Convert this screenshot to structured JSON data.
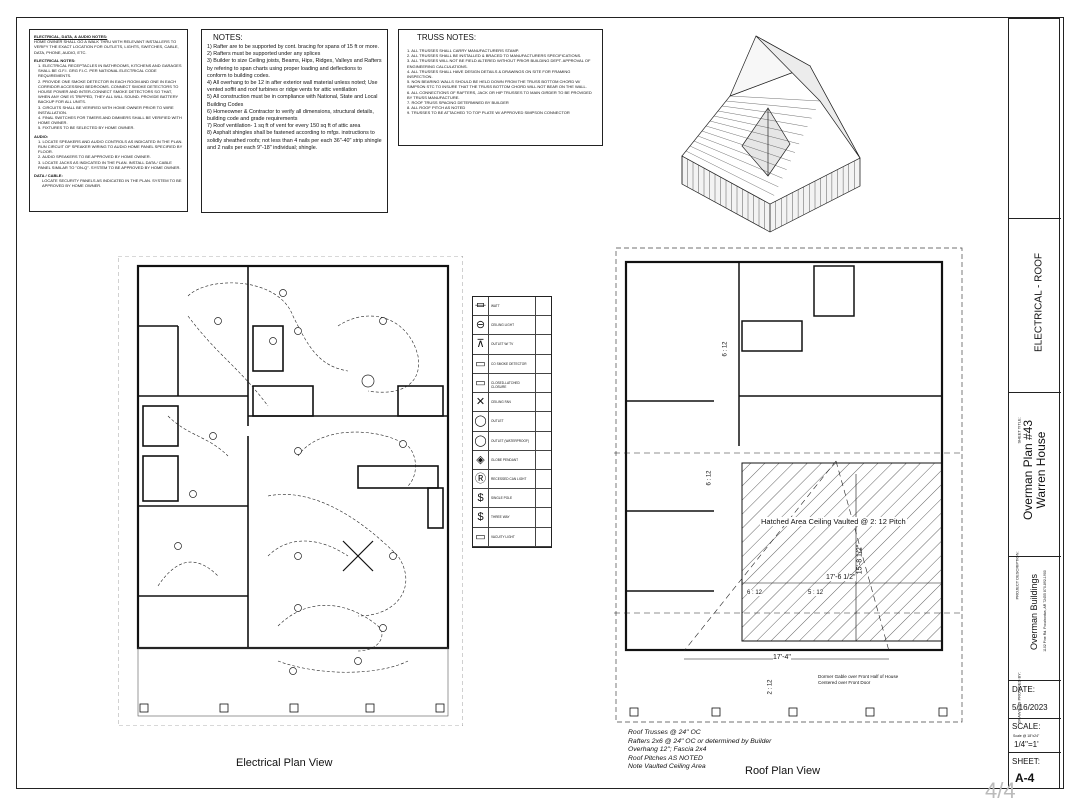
{
  "electrical_notes": {
    "heading": "ELECTRICAL, DATA, & AUDIO NOTES:",
    "intro": "HOME OWNER SHALL GO A WALK THRU WITH RELEVANT INSTALLERS TO VERIFY THE EXACT LOCATION FOR OUTLETS, LIGHTS, SWITCHES, CABLE, DATA, PHONE, AUDIO, ETC.",
    "sub1": "ELECTRICAL NOTES:",
    "items1": [
      "1. ELECTRICAL RECEPTACLES IN BATHROOMS, KITCHENS AND GARAGES SHALL BE G.F.I. GRG F.I.C. PER NATIONAL ELECTRICAL CODE REQUIREMENTS.",
      "2. PROVIDE ONE SMOKE DETECTOR IN EACH ROOM AND ONE IN EACH CORRIDOR ACCESSING BEDROOMS. CONNECT SMOKE DETECTORS TO HOUSE POWER AND INTER-CONNECT SMOKE DETECTORS SO THAT, WHEN ANY ONE IS TRIPPED, THEY ALL WILL SOUND. PROVIDE BATTERY BACKUP FOR ALL UNITS.",
      "3. CIRCUITS SHALL BE VERIFIED WITH HOME OWNER PRIOR TO WIRE INSTALLATION.",
      "4. FINAL SWITCHES FOR TIMERS AND DIMMERS SHALL BE VERIFIED WITH HOME OWNER.",
      "5. FIXTURES TO BE SELECTED BY HOME OWNER."
    ],
    "sub2": "AUDIO:",
    "items2": [
      "1. LOCATE SPEAKERS AND AUDIO CONTROLS AS INDICATED IN THE PLAN. RUN CIRCUIT OF SPEAKER WIRING TO AUDIO HOME PANEL SPECIFIED BY FLOOR.",
      "2. AUDIO SPEAKERS TO BE APPROVED BY HOME OWNER.",
      "3. LOCATE JACKS AS INDICATED IN THE PLAN. INSTALL DATA / CABLE PANEL SIMILAR TO \"ON-Q\". SYSTEM TO BE APPROVED BY HOME OWNER."
    ],
    "sub3": "DATA / CABLE:",
    "items3": [
      "LOCATE SECURITY PANELS AS INDICATED IN THE PLAN. SYSTEM TO BE APPROVED BY HOME OWNER."
    ]
  },
  "notes": {
    "heading": "NOTES:",
    "items": [
      "1) Rafter are to be supported by cont. bracing for spans of 15 ft or more.",
      "2) Rafters must be supported under any splices",
      "3) Builder to size Ceiling joists, Beams, Hips, Ridges, Valleys and Rafters by refering to span charts using proper loading and deflections to conform to building codes.",
      "4) All overhang to be 12 in after exterior wall material unless noted; Use vented soffit and roof turbines or ridge vents for attic ventilation",
      "5) All construction must be in compliance with National, State and Local Building Codes",
      "6) Homeowner & Contractor to verify all dimensions, structural details, building code and grade requirements",
      "7) Roof ventilation- 1 sq ft of vent for every 150 sq ft of attic area",
      "8) Asphalt shingles shall be fastened according to mfgs. instructions to solidly sheathed roofs; not less than 4 nails per each 36\"-40\" strip shingle and 2 nails per each 9\"-18\" individual; shingle."
    ]
  },
  "truss_notes": {
    "heading": "TRUSS NOTES:",
    "items": [
      "1. ALL TRUSSES SHALL CARRY MANUFACTURERS STAMP.",
      "2. ALL TRUSSES SHALL BE INSTALLED & BRACED TO MANUFACTURERS SPECIFICATIONS.",
      "3. ALL TRUSSES WILL NOT BE FIELD ALTERED WITHOUT PRIOR BUILDING DEPT. APPROVAL OF ENGINEERING CALCULATIONS.",
      "4. ALL TRUSSES SHALL HAVE DESIGN DETAILS & DRAWINGS ON SITE FOR FRAMING INSPECTION.",
      "5. NON BEARING WALLS SHOULD BE HELD DOWN FROM THE TRUSS BOTTOM CHORD W/ SIMPSON STC TO INSURE THAT THE TRUSS BOTTOM CHORD WILL NOT BEAR ON THE WALL.",
      "6. ALL CONNECTIONS OF RAFTERS, JACK OR HIP TRUSSES TO MAIN GIRDER TO BE PROVIDED BY TRUSS MANUFACTURE.",
      "7. ROOF TRUSS SPACING DETERMINED BY BUILDER",
      "8. ALL ROOF PITCH AS NOTED",
      "9. TRUSSES TO BE ATTACHED TO TOP PLATE W/ APPROVED SIMPSON CONNECTOR"
    ]
  },
  "legend": {
    "items": [
      "WATT",
      "CEILING LIGHT",
      "OUTLET W/ TV",
      "CO SMOKE DETECTOR",
      "CLOSED-LATCHED CLOSURE",
      "CEILING FAN",
      "OUTLET",
      "OUTLET (WATERPROOF)",
      "GLOBE PENDANT",
      "RECESSED CAN LIGHT",
      "SINGLE POLE",
      "THREE WAY",
      "VACUITY LIGHT"
    ],
    "symbols": [
      "⏛",
      "⊖",
      "⊼",
      "▭",
      "▭",
      "✕",
      "◯",
      "◯",
      "◈",
      "Ⓡ",
      "$",
      "$",
      "▭"
    ]
  },
  "electrical_plan": {
    "caption": "Electrical Plan View"
  },
  "roof_plan": {
    "caption": "Roof Plan View",
    "hatch_label": "Hatched Area Ceiling Vaulted @ 2: 12 Pitch",
    "dim_a": "6 : 12",
    "dim_b": "6 : 12",
    "dim_c": "15'-8 1/2\"",
    "dim_d": "17'-6 1/2\"",
    "dim_e": "6 : 12",
    "dim_f": "5 : 12",
    "dim_g": "17'-4\"",
    "dim_h": "2 : 12",
    "dormer_note1": "Dormer Gable over Front Half of House",
    "dormer_note2": "Centered over Front Door",
    "notes": [
      "Roof Trusses @ 24\" OC",
      "Rafters 2x6 @ 24\" OC or determined by Builder",
      "Overhang 12\"; Fascia 2x4",
      "Roof Pitches AS NOTED",
      "Note Vaulted Ceiling Area"
    ]
  },
  "title_block": {
    "sheet_title_label": "SHEET TITLE:",
    "sheet_title": "ELECTRICAL - ROOF",
    "project_label": "PROJECT DESCRIPTION:",
    "project_line1": "Overman Plan #43",
    "project_line2": "Warren House",
    "provided_label": "DRAWINGS PROVIDED BY:",
    "company": "Overman Buildings",
    "company_addr": "1102 Pine Rd. Pocahontas, AR 72455 870-892-1900",
    "date_label": "DATE:",
    "date": "5/16/2023",
    "scale_label": "SCALE:",
    "scale_sub": "Scale @ 18\"x24\"",
    "scale": "1/4\"=1'",
    "sheet_label": "SHEET:",
    "sheet": "A-4"
  },
  "page_counter": "4/4"
}
